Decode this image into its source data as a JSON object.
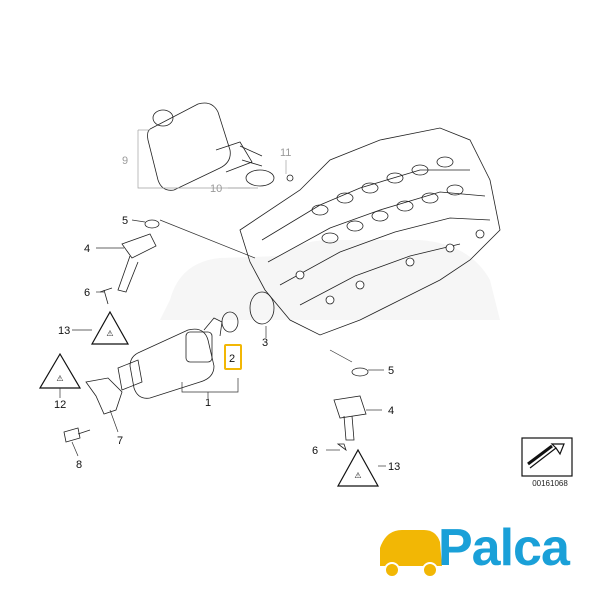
{
  "diagram": {
    "callouts": {
      "c1": "1",
      "c2": "2",
      "c3": "3",
      "c4a": "4",
      "c4b": "4",
      "c5a": "5",
      "c5b": "5",
      "c6a": "6",
      "c6b": "6",
      "c7": "7",
      "c8": "8",
      "c9": "9",
      "c10": "10",
      "c11": "11",
      "c12": "12",
      "c13a": "13",
      "c13b": "13"
    },
    "highlighted_part": "2",
    "reference_code": "00161068"
  },
  "brand": {
    "name": "Palca",
    "color": "#1aa0d8",
    "highlight_color": "#f2b705"
  }
}
